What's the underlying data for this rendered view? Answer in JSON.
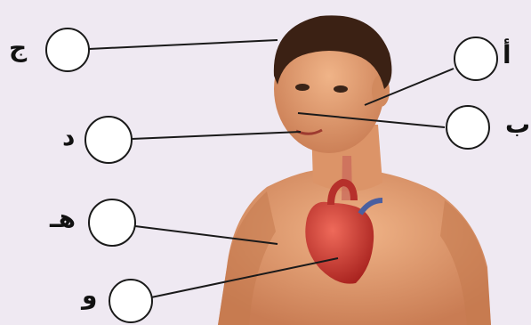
{
  "labels": {
    "a": "أ",
    "b": "ب",
    "j": "ج",
    "d": "د",
    "h": "هـ",
    "w": "و"
  },
  "colors": {
    "background": "#efe9f2",
    "skin": "#e8a274",
    "skin_shadow": "#c97c53",
    "hair": "#3b2114",
    "heart": "#d23b35",
    "line": "#1a1a1a"
  }
}
